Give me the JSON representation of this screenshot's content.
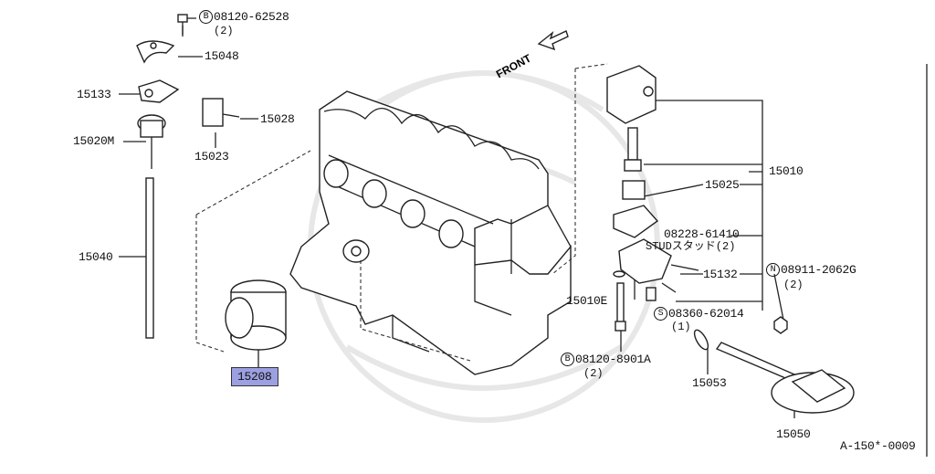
{
  "parts": {
    "p15048": "15048",
    "p15133": "15133",
    "p15028": "15028",
    "p15020M": "15020M",
    "p15023": "15023",
    "p15040": "15040",
    "p15208": "15208",
    "p15010": "15010",
    "p15025": "15025",
    "p15132": "15132",
    "p15010E": "15010E",
    "p15053": "15053",
    "p15050": "15050"
  },
  "bolts": {
    "b1": {
      "prefix": "B",
      "code": "08120-62528",
      "qty": "(2)"
    },
    "b2": {
      "prefix": "B",
      "code": "08120-8901A",
      "qty": "(2)"
    },
    "stud": {
      "code": "08228-61410",
      "note": "STUDスタッド(2)"
    },
    "nut": {
      "prefix": "N",
      "code": "08911-2062G",
      "qty": "(2)"
    },
    "screw": {
      "prefix": "S",
      "code": "08360-62014",
      "qty": "(1)"
    }
  },
  "front_label": "FRONT",
  "diagram_id": "A-150*-0009",
  "highlight_color": "#9c9fe0"
}
